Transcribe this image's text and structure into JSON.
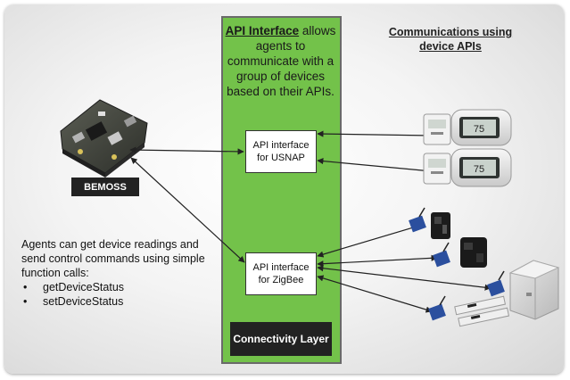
{
  "diagram": {
    "api_desc_strong": "API Interface",
    "api_desc_rest": " allows agents to communicate with a group of devices based on their APIs.",
    "comm_title": "Communications using device APIs",
    "usnap_box": "API interface for USNAP",
    "zigbee_box": "API interface for ZigBee",
    "conn_layer": "Connectivity Layer",
    "bemoss_label": "BEMOSS",
    "agents_intro": "Agents can get device readings and send control commands using simple function calls:",
    "functions": [
      "getDeviceStatus",
      "setDeviceStatus"
    ],
    "thermostat_reading": "75",
    "colors": {
      "green": "#73c24a",
      "dark": "#222222",
      "zigbee_blue": "#2b4f9e"
    }
  }
}
